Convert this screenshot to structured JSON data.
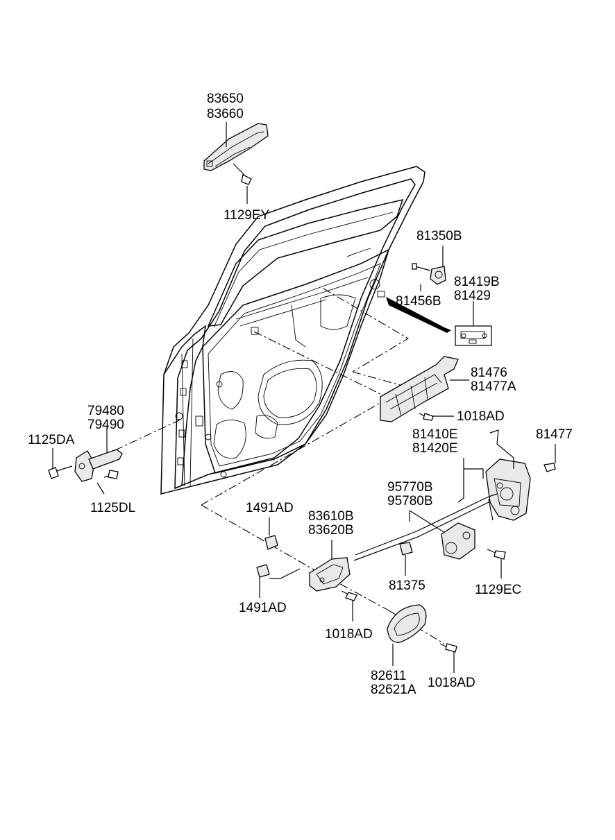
{
  "diagram": {
    "labels": {
      "L83650": "83650",
      "L83660": "83660",
      "L1129EY": "1129EY",
      "L81350B": "81350B",
      "L81456B": "81456B",
      "L81419B": "81419B",
      "L81429": "81429",
      "L81476": "81476",
      "L81477A": "81477A",
      "L1018AD_a": "1018AD",
      "L81410E": "81410E",
      "L81420E": "81420E",
      "L81477": "81477",
      "L95770B": "95770B",
      "L95780B": "95780B",
      "L79480": "79480",
      "L79490": "79490",
      "L1125DA": "1125DA",
      "L1125DL": "1125DL",
      "L1491AD_a": "1491AD",
      "L83610B": "83610B",
      "L83620B": "83620B",
      "L81375": "81375",
      "L1129EC": "1129EC",
      "L1491AD_b": "1491AD",
      "L1018AD_b": "1018AD",
      "L82611": "82611",
      "L82621A": "82621A",
      "L1018AD_c": "1018AD"
    }
  }
}
